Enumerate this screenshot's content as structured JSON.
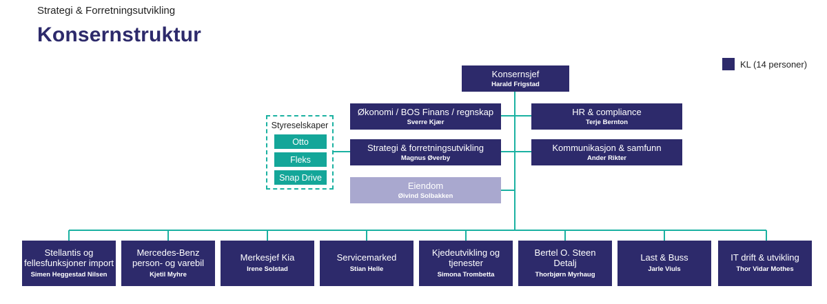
{
  "header": {
    "subtitle": "Strategi & Forretningsutvikling",
    "title": "Konsernstruktur"
  },
  "legend": {
    "label": "KL (14 personer)",
    "color": "#2d2a6b"
  },
  "colors": {
    "navy": "#2d2a6b",
    "lavender": "#a9a8cf",
    "teal": "#14a699",
    "line": "#1ab1a1"
  },
  "ceo": {
    "title": "Konsernsjef",
    "name": "Harald Frigstad"
  },
  "staff_left": [
    {
      "title": "Økonomi / BOS Finans / regnskap",
      "name": "Sverre Kjær"
    },
    {
      "title": "Strategi & forretningsutvikling",
      "name": "Magnus Øverby"
    },
    {
      "title": "Eiendom",
      "name": "Øivind Solbakken"
    }
  ],
  "staff_right": [
    {
      "title": "HR & compliance",
      "name": "Terje Bernton"
    },
    {
      "title": "Kommunikasjon & samfunn",
      "name": "Ander Rikter"
    }
  ],
  "board_companies": {
    "title": "Styreselskaper",
    "items": [
      "Otto",
      "Fleks",
      "Snap Drive"
    ]
  },
  "divisions": [
    {
      "title": "Stellantis og fellesfunksjoner import",
      "name": "Simen Heggestad Nilsen"
    },
    {
      "title": "Mercedes-Benz person- og varebil",
      "name": "Kjetil Myhre"
    },
    {
      "title": "Merkesjef Kia",
      "name": "Irene Solstad"
    },
    {
      "title": "Servicemarked",
      "name": "Stian Helle"
    },
    {
      "title": "Kjedeutvikling og tjenester",
      "name": "Simona Trombetta"
    },
    {
      "title": "Bertel O. Steen Detalj",
      "name": "Thorbjørn Myrhaug"
    },
    {
      "title": "Last & Buss",
      "name": "Jarle Viuls"
    },
    {
      "title": "IT drift & utvikling",
      "name": "Thor Vidar Mothes"
    }
  ]
}
